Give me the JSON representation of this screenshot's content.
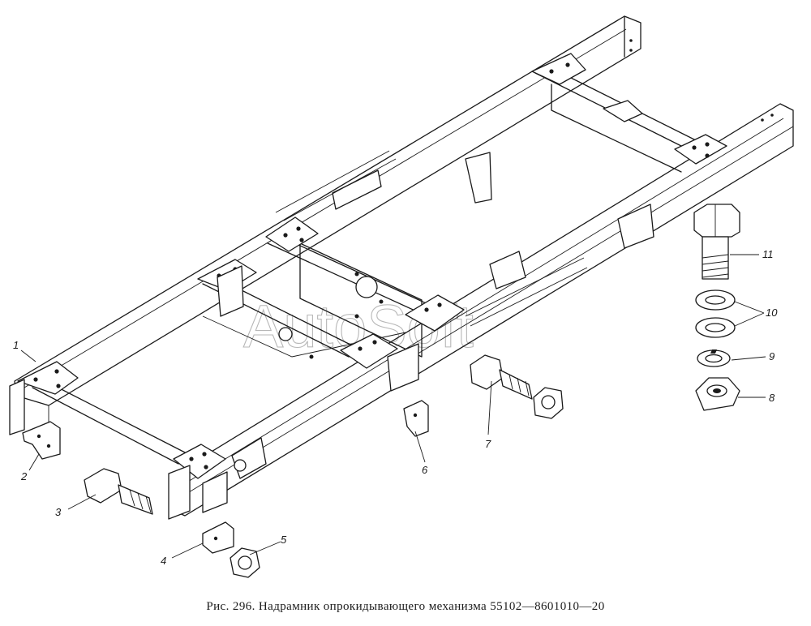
{
  "caption": "Рис. 296. Надрамник опрокидывающего механизма 55102—8601010—20",
  "watermark": "AutoSoft",
  "callouts": [
    "1",
    "2",
    "3",
    "4",
    "5",
    "6",
    "7",
    "8",
    "9",
    "10",
    "11"
  ]
}
